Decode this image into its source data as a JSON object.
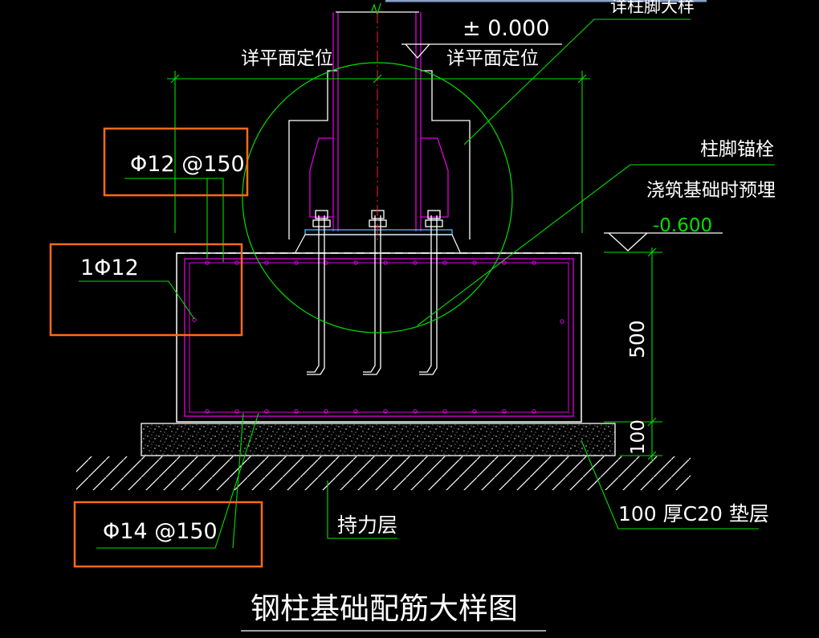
{
  "labels": {
    "elevation_zero": "± 0.000",
    "locate_left": "详平面定位",
    "locate_right": "详平面定位",
    "detail_top": "详柱脚大样",
    "anchor_bolt": "柱脚锚栓",
    "preembed": "浇筑基础时预埋",
    "elevation_base": "-0.600",
    "rebar_top": "Φ12 @150",
    "rebar_side": "1Φ12",
    "rebar_bottom": "Φ14 @150",
    "bearing_layer": "持力层",
    "cushion": "100 厚C20 垫层",
    "dim_height": "500",
    "dim_cushion": "100",
    "title": "钢柱基础配筋大样图"
  },
  "colors": {
    "background": "#000000",
    "outline": "#ffffff",
    "leader": "#00e000",
    "rebar": "#e000e0",
    "axis": "#ff2020",
    "highlight_box": "#ff6a1a",
    "base_plate": "#40c0ff"
  }
}
